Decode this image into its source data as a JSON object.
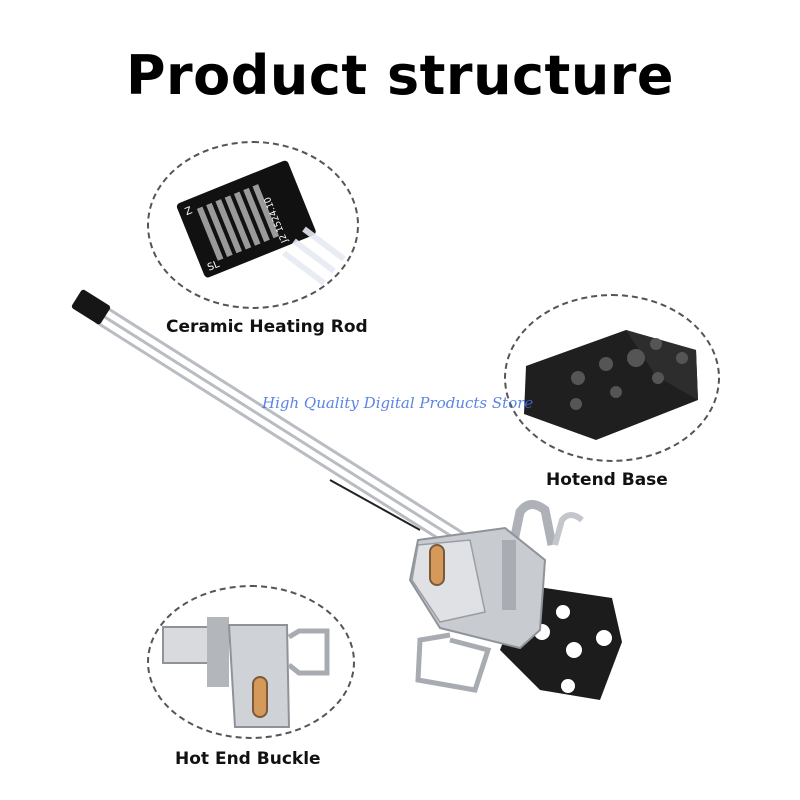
{
  "title": "Product structure",
  "labels": {
    "ceramic_heating_rod": "Ceramic Heating Rod",
    "hotend_base": "Hotend Base",
    "hot_end_buckle": "Hot End Buckle"
  },
  "watermark": "High Quality Digital Products Store",
  "pcb_text": {
    "code": "J2 1524.10",
    "marker_sl": "SL",
    "marker_z": "Z"
  },
  "colors": {
    "pcb": "#111111",
    "metal": "#c9ccd0",
    "base_plate": "#1a1a1a",
    "watermark": "#3f6fe0",
    "copper": "#d59a5a"
  }
}
